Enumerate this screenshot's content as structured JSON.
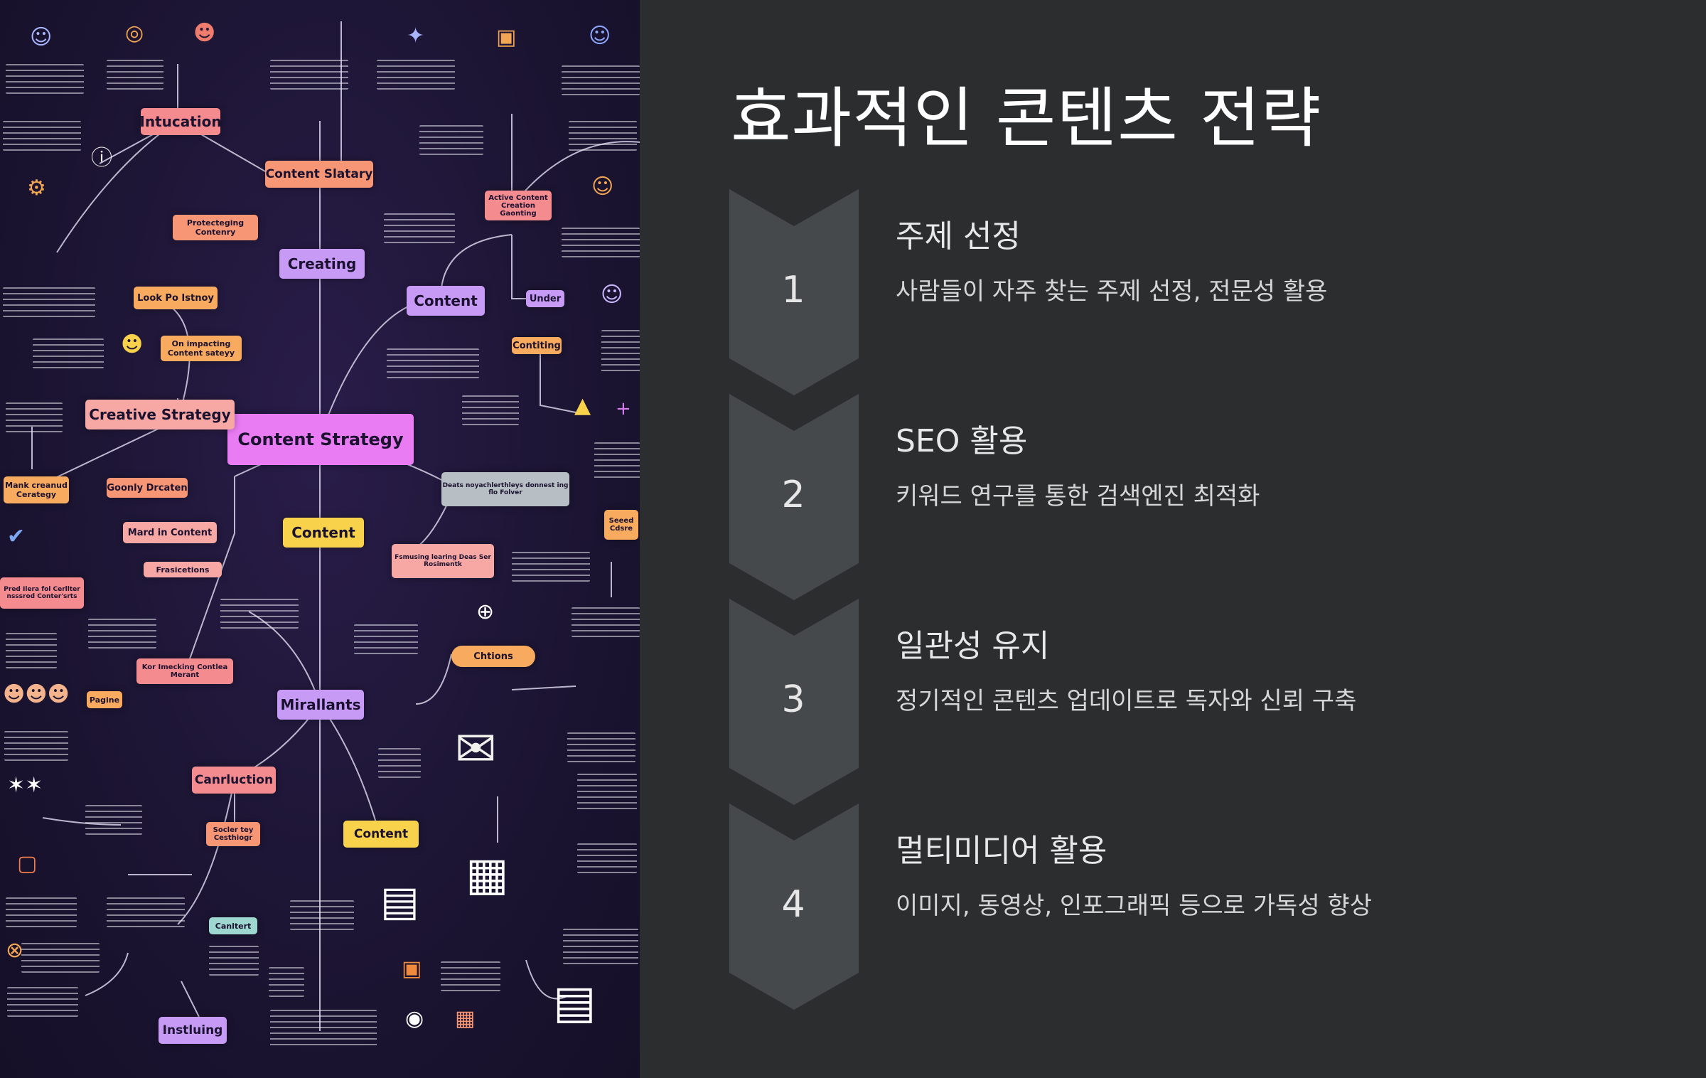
{
  "mindmap": {
    "center": "Content Strategy",
    "nodes": {
      "intucation": "Intucation",
      "content_slatary": "Content Slatary",
      "creating": "Creating",
      "content_top": "Content",
      "creative_strategy": "Creative Strategy",
      "content_mid": "Content",
      "mirallants": "Mirallants",
      "canrluction": "Canrluction",
      "content_low": "Content",
      "instluing": "Instluing",
      "look_po_istnoy": "Look Po Istnoy",
      "on_impacting": "On impacting Content sateyy",
      "protecteging": "Protecteging Contenry",
      "active_content": "Active Content Creation Gaonting",
      "under": "Under",
      "contiting": "Contiting",
      "mank_creanud": "Mank creanud Cerategy",
      "goonly_drcaten": "Goonly Drcaten",
      "mard_in_content": "Mard in Content",
      "frasicetions": "Frasicetions",
      "pred_uera": "Pred Ilera fol Cerllter nsssrod Conter'srts",
      "kor_imecking": "Kor Imecking Contlea Merant",
      "pagine": "Pagine",
      "chtions": "Chtions",
      "seeed_cdsre": "Seeed Cdsre",
      "socler_tey": "Socler tey Cesthiogr",
      "canltert": "Canltert",
      "deat_noy": "Deats noyachlerthleys donnest ing flo Folver",
      "fsmusing": "Fsmusing learing Deas Ser Rosimentk"
    }
  },
  "page": {
    "title": "효과적인 콘텐츠 전략",
    "steps": [
      {
        "number": "1",
        "title": "주제 선정",
        "desc": "사람들이 자주 찾는 주제 선정, 전문성 활용"
      },
      {
        "number": "2",
        "title": "SEO 활용",
        "desc": "키워드 연구를 통한 검색엔진 최적화"
      },
      {
        "number": "3",
        "title": "일관성 유지",
        "desc": "정기적인 콘텐츠 업데이트로 독자와 신뢰 구축"
      },
      {
        "number": "4",
        "title": "멀티미디어 활용",
        "desc": "이미지, 동영상, 인포그래픽 등으로 가독성 향상"
      }
    ]
  },
  "colors": {
    "background": "#2b2d2f",
    "chevron": "#46494c",
    "title_text": "#ffffff",
    "body_text": "#d6d6d6",
    "mindmap_bg": "#1c1533",
    "center_node": "#e97cf3"
  }
}
